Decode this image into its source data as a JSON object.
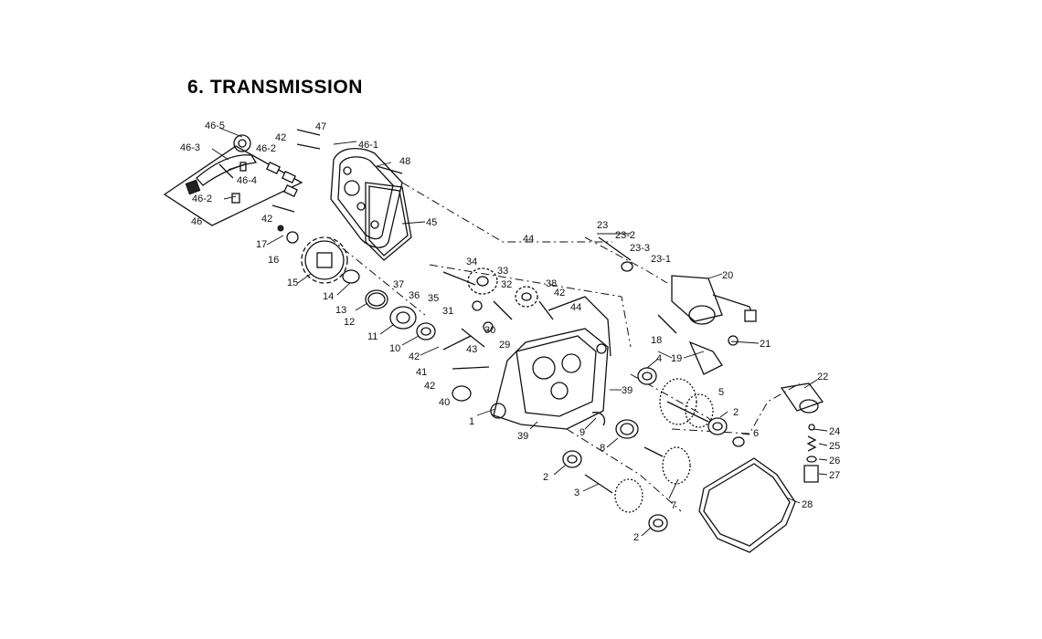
{
  "title": "6. TRANSMISSION",
  "callouts": {
    "c1": "1",
    "c2a": "2",
    "c2b": "2",
    "c2c": "2",
    "c3": "3",
    "c4": "4",
    "c5": "5",
    "c6": "6",
    "c7": "7",
    "c8": "8",
    "c9": "9",
    "c10": "10",
    "c11": "11",
    "c12": "12",
    "c13": "13",
    "c14": "14",
    "c15": "15",
    "c16": "16",
    "c17": "17",
    "c18": "18",
    "c19": "19",
    "c20": "20",
    "c21": "21",
    "c22": "22",
    "c23": "23",
    "c23_1": "23-1",
    "c23_2": "23-2",
    "c23_3": "23-3",
    "c24": "24",
    "c25": "25",
    "c26": "26",
    "c27": "27",
    "c28": "28",
    "c29": "29",
    "c30": "30",
    "c31": "31",
    "c32": "32",
    "c33": "33",
    "c34": "34",
    "c35": "35",
    "c36": "36",
    "c37": "37",
    "c38": "38",
    "c39a": "39",
    "c39b": "39",
    "c40": "40",
    "c41": "41",
    "c42a": "42",
    "c42b": "42",
    "c42c": "42",
    "c42d": "42",
    "c42e": "42",
    "c43": "43",
    "c44a": "44",
    "c44b": "44",
    "c45": "45",
    "c46": "46",
    "c46_1": "46-1",
    "c46_2a": "46-2",
    "c46_2b": "46-2",
    "c46_3": "46-3",
    "c46_4": "46-4",
    "c46_5": "46-5",
    "c47": "47",
    "c48": "48"
  }
}
